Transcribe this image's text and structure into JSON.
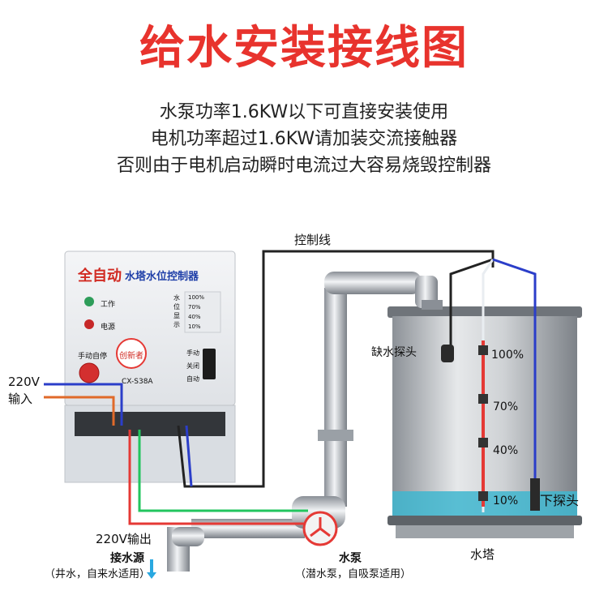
{
  "title": "给水安装接线图",
  "description_lines": [
    "水泵功率1.6KW以下可直接安装使用",
    "电机功率超过1.6KW请加装交流接触器",
    "否则由于电机启动瞬时电流过大容易烧毁控制器"
  ],
  "controller": {
    "brand": "全自动",
    "model_title": "水塔水位控制器",
    "logo": "创新者",
    "model_no": "CX-S38A",
    "indicator_work": "工作",
    "indicator_power": "电源",
    "manual_auto": "手动自停",
    "switch_labels": [
      "手动",
      "关闭",
      "自动"
    ],
    "level_labels": [
      "100%",
      "70%",
      "40%",
      "10%"
    ],
    "level_title": "水位显示"
  },
  "labels": {
    "control_wire": "控制线",
    "input_220v_1": "220V",
    "input_220v_2": "输入",
    "output_220v": "220V输出",
    "water_source": "接水源",
    "water_source_note": "（井水，自来水适用）",
    "pump": "水泵",
    "pump_note": "（潜水泵，自吸泵适用）",
    "tower": "水塔",
    "low_water_probe": "缺水探头",
    "lower_probe": "下探头"
  },
  "tank_levels": [
    "100%",
    "70%",
    "40%",
    "10%"
  ],
  "colors": {
    "title": "#e8332d",
    "wire_blue": "#2b3ec9",
    "wire_orange": "#e06a2a",
    "wire_green": "#22c55e",
    "wire_red": "#e53935",
    "water": "#3fb6cf"
  }
}
